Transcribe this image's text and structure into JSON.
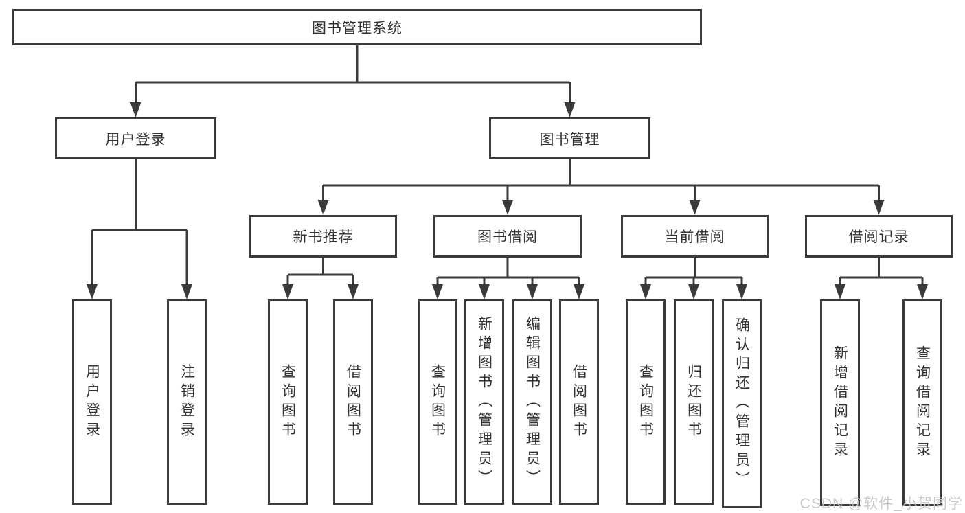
{
  "diagram_title": "图书管理系统",
  "tree": {
    "label": "图书管理系统",
    "children": [
      {
        "label": "用户登录",
        "children": [
          {
            "label": "用户登录"
          },
          {
            "label": "注销登录"
          }
        ]
      },
      {
        "label": "图书管理",
        "children": [
          {
            "label": "新书推荐",
            "children": [
              {
                "label": "查询图书"
              },
              {
                "label": "借阅图书"
              }
            ]
          },
          {
            "label": "图书借阅",
            "children": [
              {
                "label": "查询图书"
              },
              {
                "label": "新增图书（管理员）"
              },
              {
                "label": "编辑图书（管理员）"
              },
              {
                "label": "借阅图书"
              }
            ]
          },
          {
            "label": "当前借阅",
            "children": [
              {
                "label": "查询图书"
              },
              {
                "label": "归还图书"
              },
              {
                "label": "确认归还（管理员）"
              }
            ]
          },
          {
            "label": "借阅记录",
            "children": [
              {
                "label": "新增借阅记录"
              },
              {
                "label": "查询借阅记录"
              }
            ]
          }
        ]
      }
    ]
  },
  "watermark": {
    "text": "CSDN @软件_小贺同学"
  },
  "colors": {
    "box_border": "#3a3a3a",
    "connector": "#3a3a3a",
    "text": "#333333",
    "watermark": "#c6c6c6",
    "background": "#ffffff"
  }
}
